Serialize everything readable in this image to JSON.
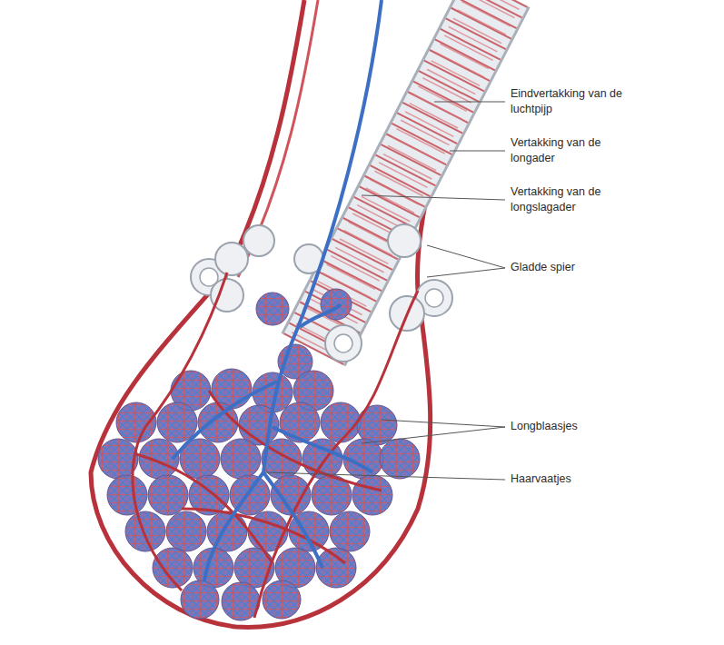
{
  "diagram": {
    "labels": [
      "Eindvertakking van de luchtpijp",
      "Vertakking van de longader",
      "Vertakking van de longslagader",
      "Gladde spier",
      "Longblaasjes",
      "Haarvaatjes"
    ]
  }
}
